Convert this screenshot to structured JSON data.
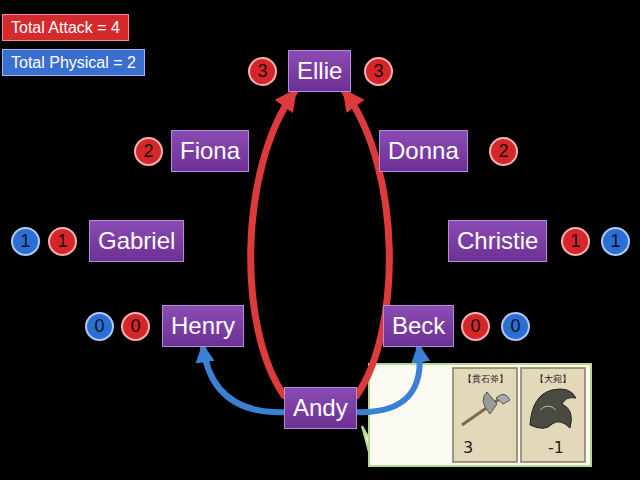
{
  "diagram": {
    "nodes": [
      {
        "text": [
          "Total Attack = 4"
        ]
      },
      {
        "text": [
          "Total Physical = 2"
        ]
      },
      {
        "text": [
          "Ellie"
        ]
      },
      {
        "text": [
          "Fiona"
        ]
      },
      {
        "text": [
          "Donna"
        ]
      },
      {
        "text": [
          "Gabriel"
        ]
      },
      {
        "text": [
          "Christie"
        ]
      },
      {
        "text": [
          "Henry"
        ]
      },
      {
        "text": [
          "Beck"
        ]
      },
      {
        "text": [
          "Andy"
        ]
      },
      {
        "text": [
          "3"
        ]
      },
      {
        "text": [
          "3"
        ]
      },
      {
        "text": [
          "2"
        ]
      },
      {
        "text": [
          "2"
        ]
      },
      {
        "text": [
          "1"
        ]
      },
      {
        "text": [
          "1"
        ]
      },
      {
        "text": [
          "1"
        ]
      },
      {
        "text": [
          "1"
        ]
      },
      {
        "text": [
          "0"
        ]
      },
      {
        "text": [
          "0"
        ]
      },
      {
        "text": [
          "0"
        ]
      },
      {
        "text": [
          "0"
        ]
      }
    ],
    "edges": [
      {
        "from": 9,
        "to": 2,
        "arrow": "to"
      },
      {
        "from": 9,
        "to": 2,
        "arrow": "to"
      },
      {
        "from": 9,
        "to": 7,
        "arrow": "to"
      },
      {
        "from": 9,
        "to": 8,
        "arrow": "to"
      }
    ],
    "labels": [
      "【貫石斧】",
      "3",
      "【大宛】",
      "-1"
    ]
  }
}
